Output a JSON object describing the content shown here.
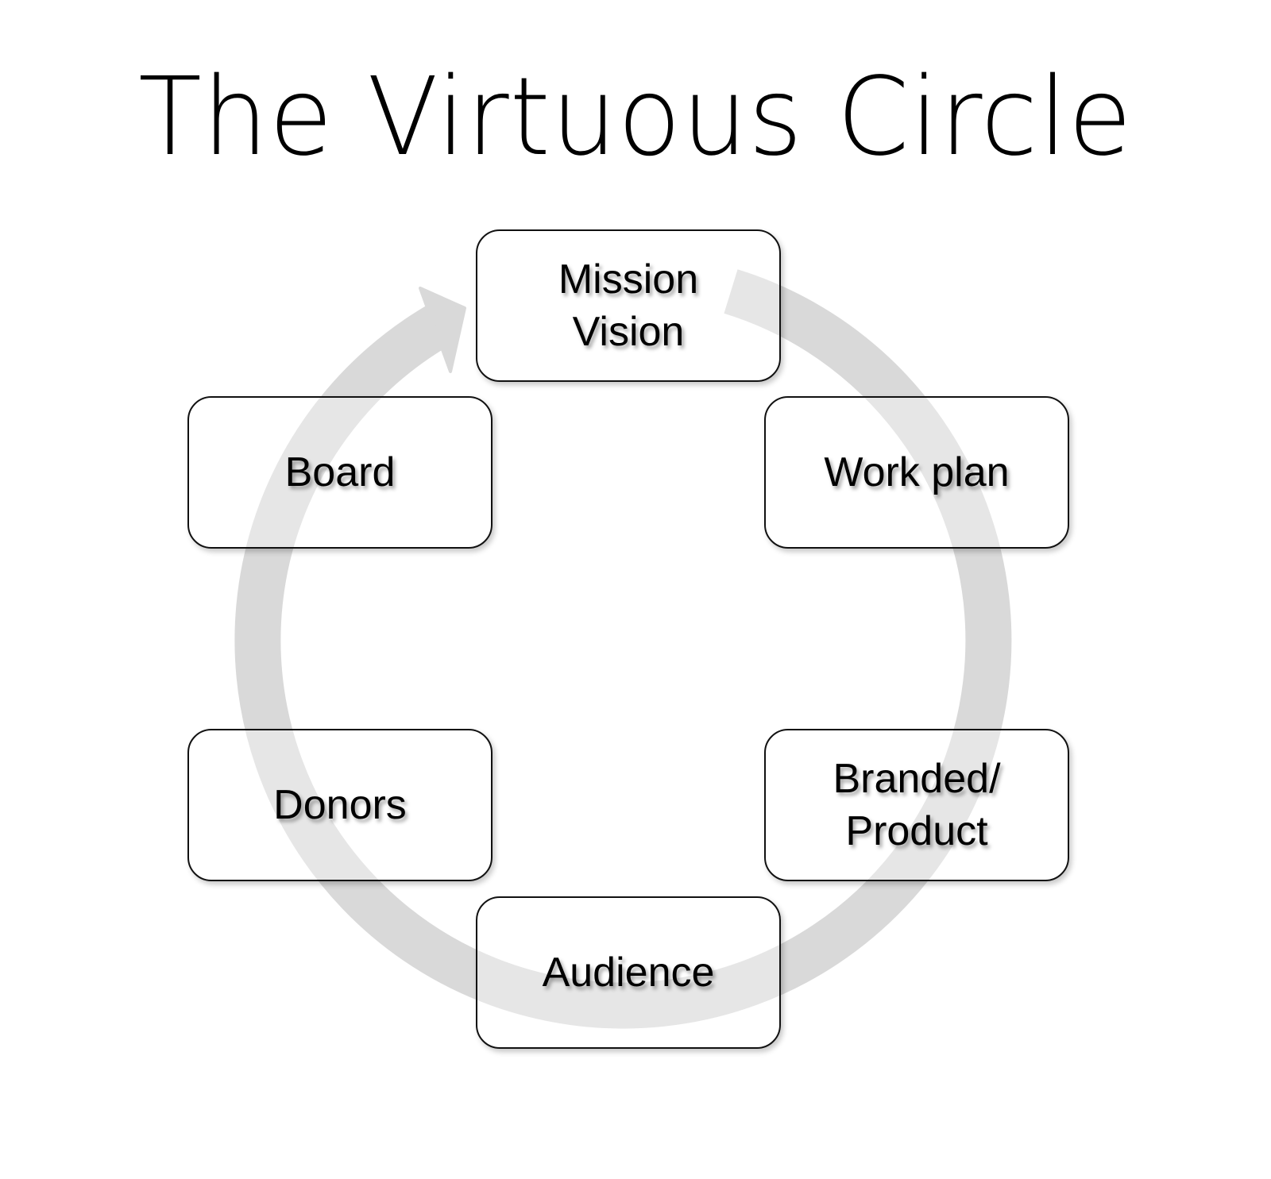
{
  "title": "The Virtuous Circle",
  "cycle_color": "#d9d9d9",
  "nodes": [
    {
      "id": "mission",
      "lines": [
        "Mission",
        "Vision"
      ]
    },
    {
      "id": "workplan",
      "lines": [
        "Work plan",
        ""
      ]
    },
    {
      "id": "branded",
      "lines": [
        "Branded/",
        "Product"
      ]
    },
    {
      "id": "audience",
      "lines": [
        "Audience",
        ""
      ]
    },
    {
      "id": "donors",
      "lines": [
        "Donors",
        ""
      ]
    },
    {
      "id": "board",
      "lines": [
        "Board",
        ""
      ]
    }
  ]
}
